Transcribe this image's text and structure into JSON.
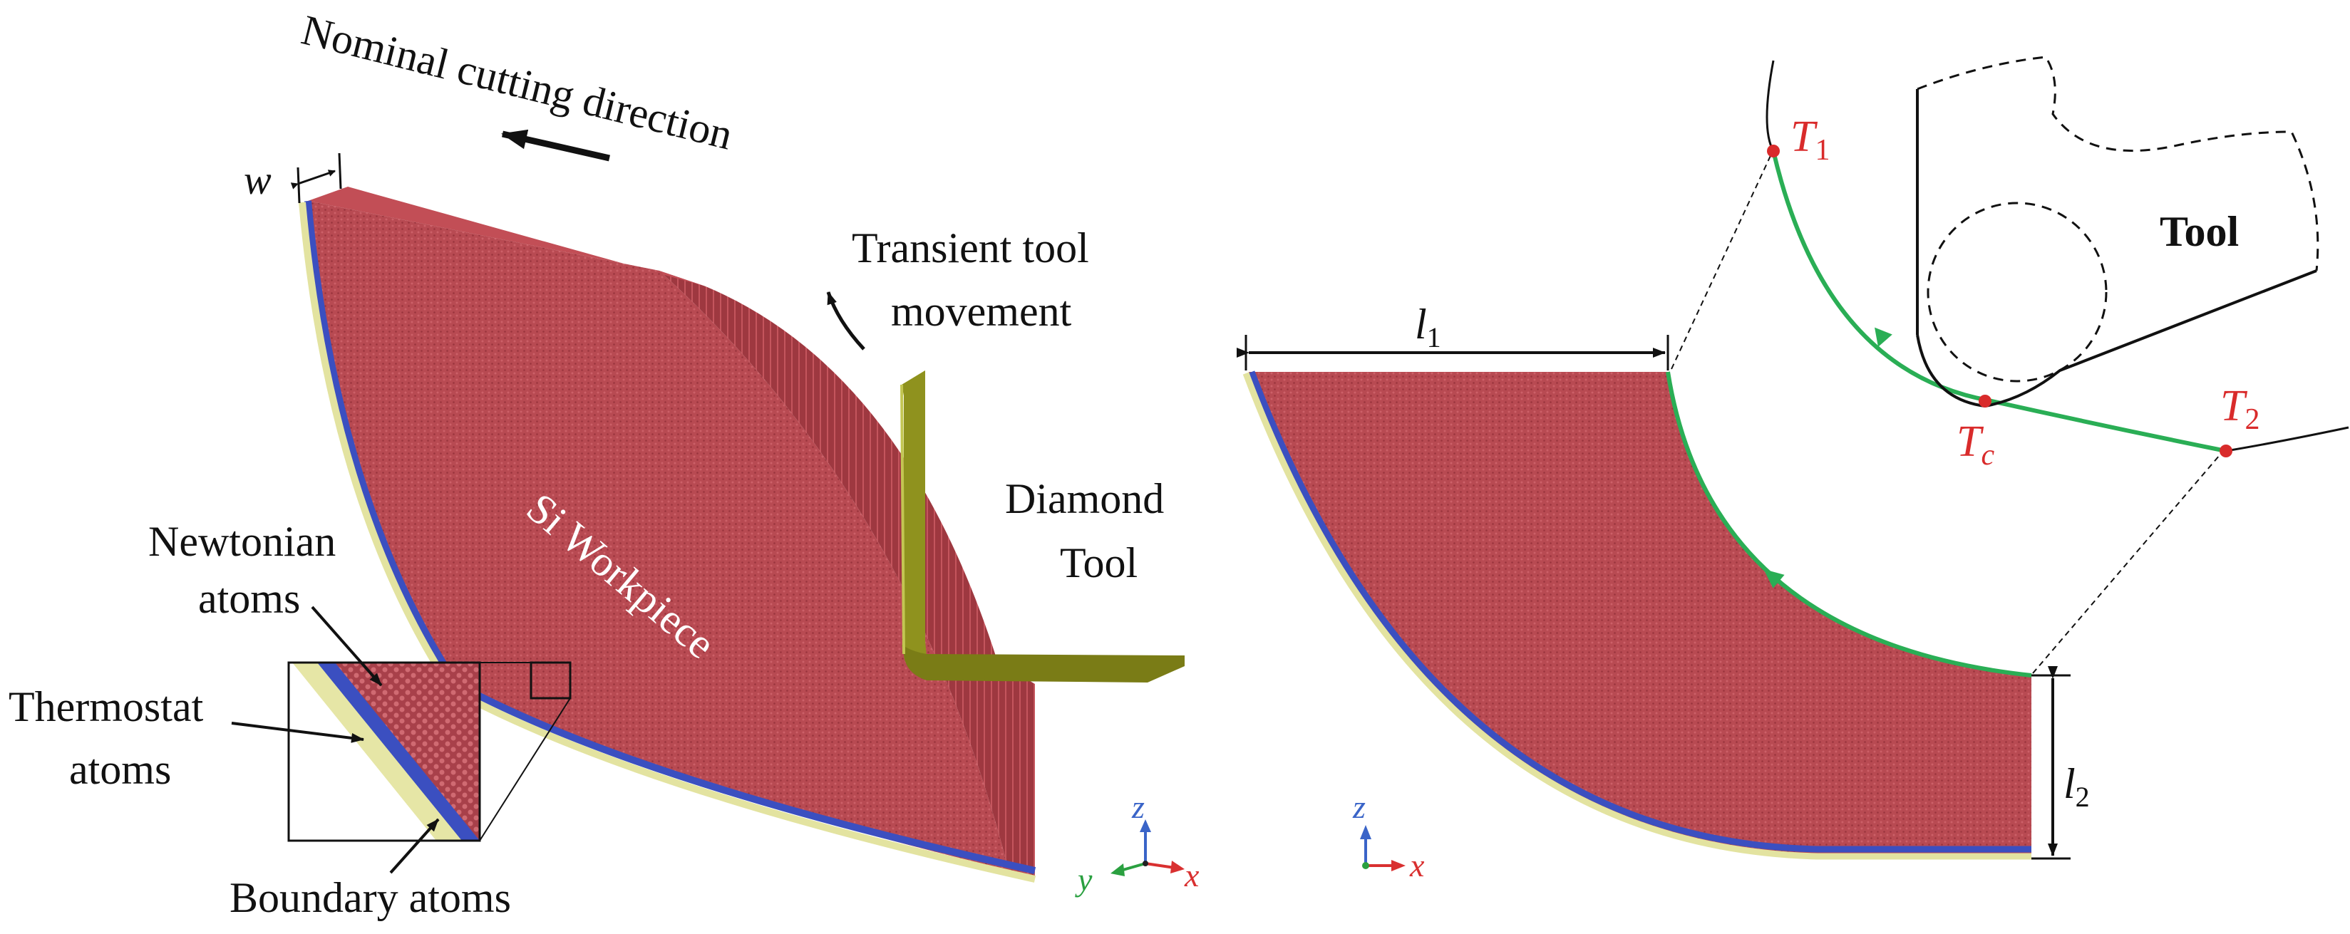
{
  "left_panel": {
    "width_symbol": "w",
    "nominal_cutting_direction": "Nominal cutting direction",
    "transient_line1": "Transient tool",
    "transient_line2": "movement",
    "tool_line1": "Diamond",
    "tool_line2": "Tool",
    "workpiece_label": "Si Workpiece",
    "newtonian_line1": "Newtonian",
    "newtonian_line2": "atoms",
    "thermostat_line1": "Thermostat",
    "thermostat_line2": "atoms",
    "boundary_label": "Boundary atoms",
    "axes": {
      "z": "z",
      "y": "y",
      "x": "x"
    }
  },
  "right_panel": {
    "l1": {
      "base": "l",
      "sub": "1"
    },
    "l2": {
      "base": "l",
      "sub": "2"
    },
    "tool_label": "Tool",
    "t1": {
      "base": "T",
      "sub": "1"
    },
    "t2": {
      "base": "T",
      "sub": "2"
    },
    "tc": {
      "base": "T",
      "sub": "c"
    },
    "axes": {
      "z": "z",
      "x": "x"
    }
  },
  "colors": {
    "newtonian": "#b84a52",
    "thermostat": "#3b4fc0",
    "boundary": "#e6e6a6",
    "tool": "#8a8c1c",
    "path": "#2aae55",
    "marker": "#d92b2b",
    "axis_z": "#3a64c8",
    "axis_x": "#d93030",
    "axis_y": "#2aa040"
  }
}
